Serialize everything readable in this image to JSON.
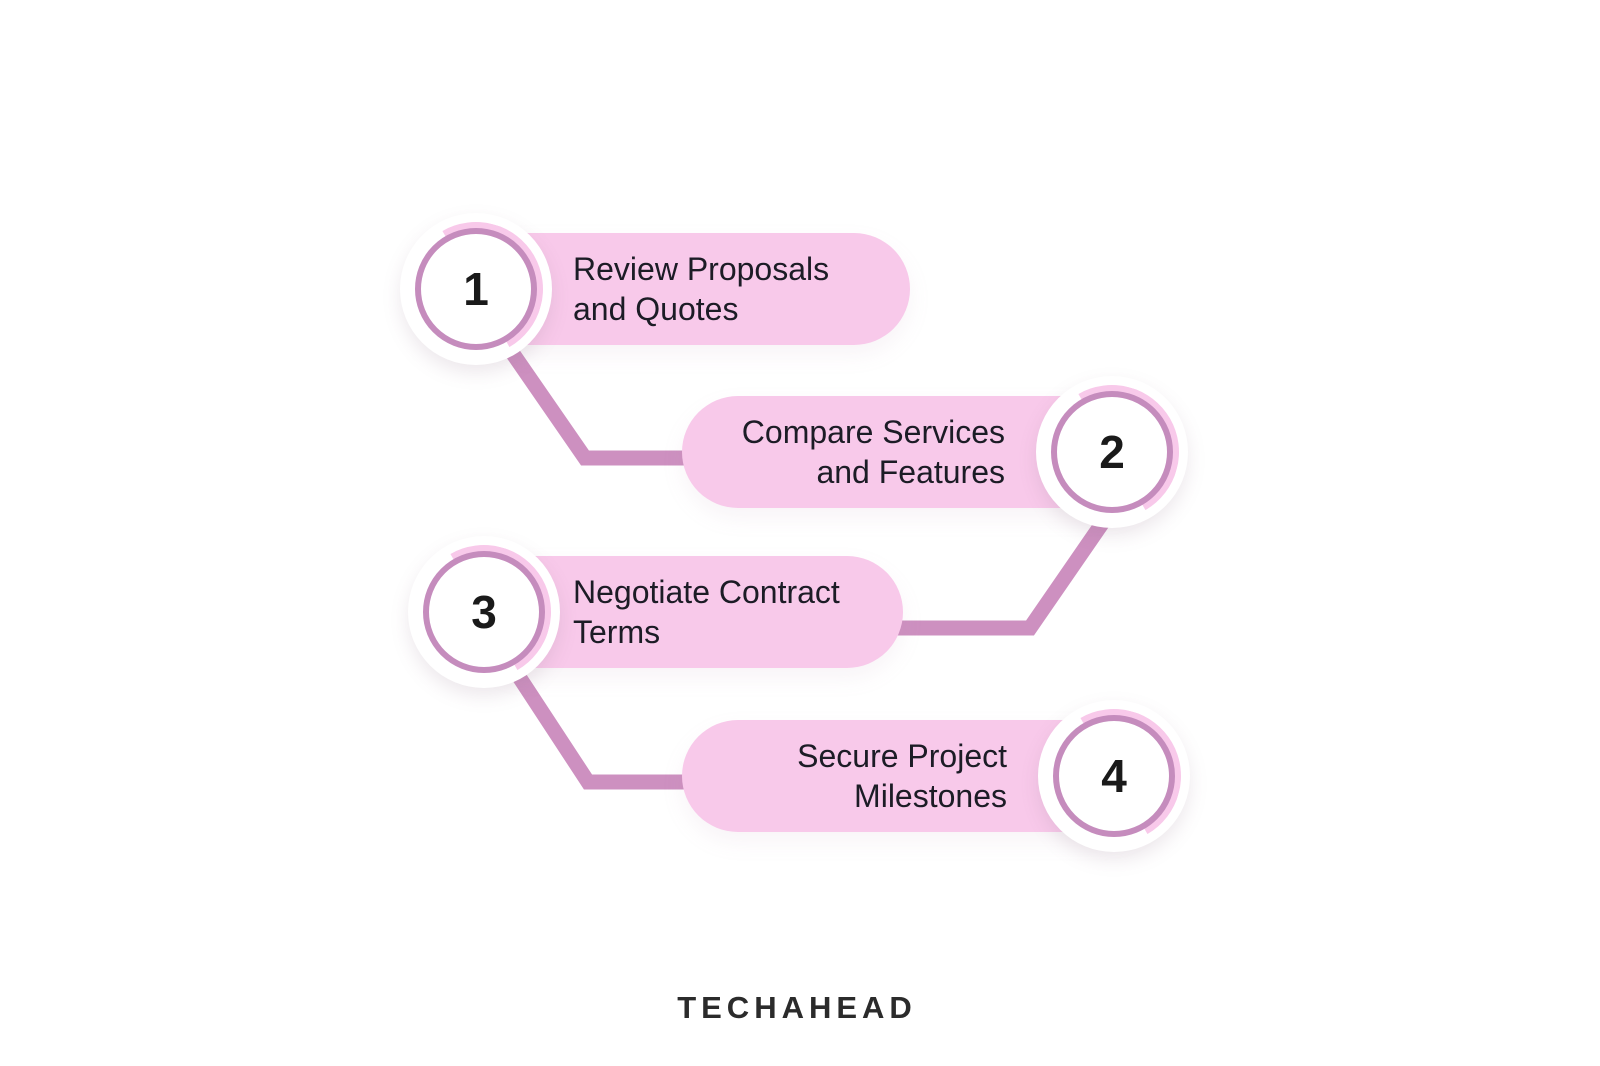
{
  "title": "Process steps infographic",
  "colors": {
    "background": "#ffffff",
    "pill": "#f8c9ea",
    "ring": "#c58cbd",
    "connector": "#cd90c0",
    "step_text": "#1c1c26",
    "number": "#1a1a1a",
    "logo": "#2b2b2b"
  },
  "steps": [
    {
      "number": "1",
      "label": "Review Proposals\nand Quotes"
    },
    {
      "number": "2",
      "label": "Compare Services\nand Features"
    },
    {
      "number": "3",
      "label": "Negotiate Contract\nTerms"
    },
    {
      "number": "4",
      "label": "Secure Project\nMilestones"
    }
  ],
  "logo": {
    "text": "TECHAHEAD"
  }
}
